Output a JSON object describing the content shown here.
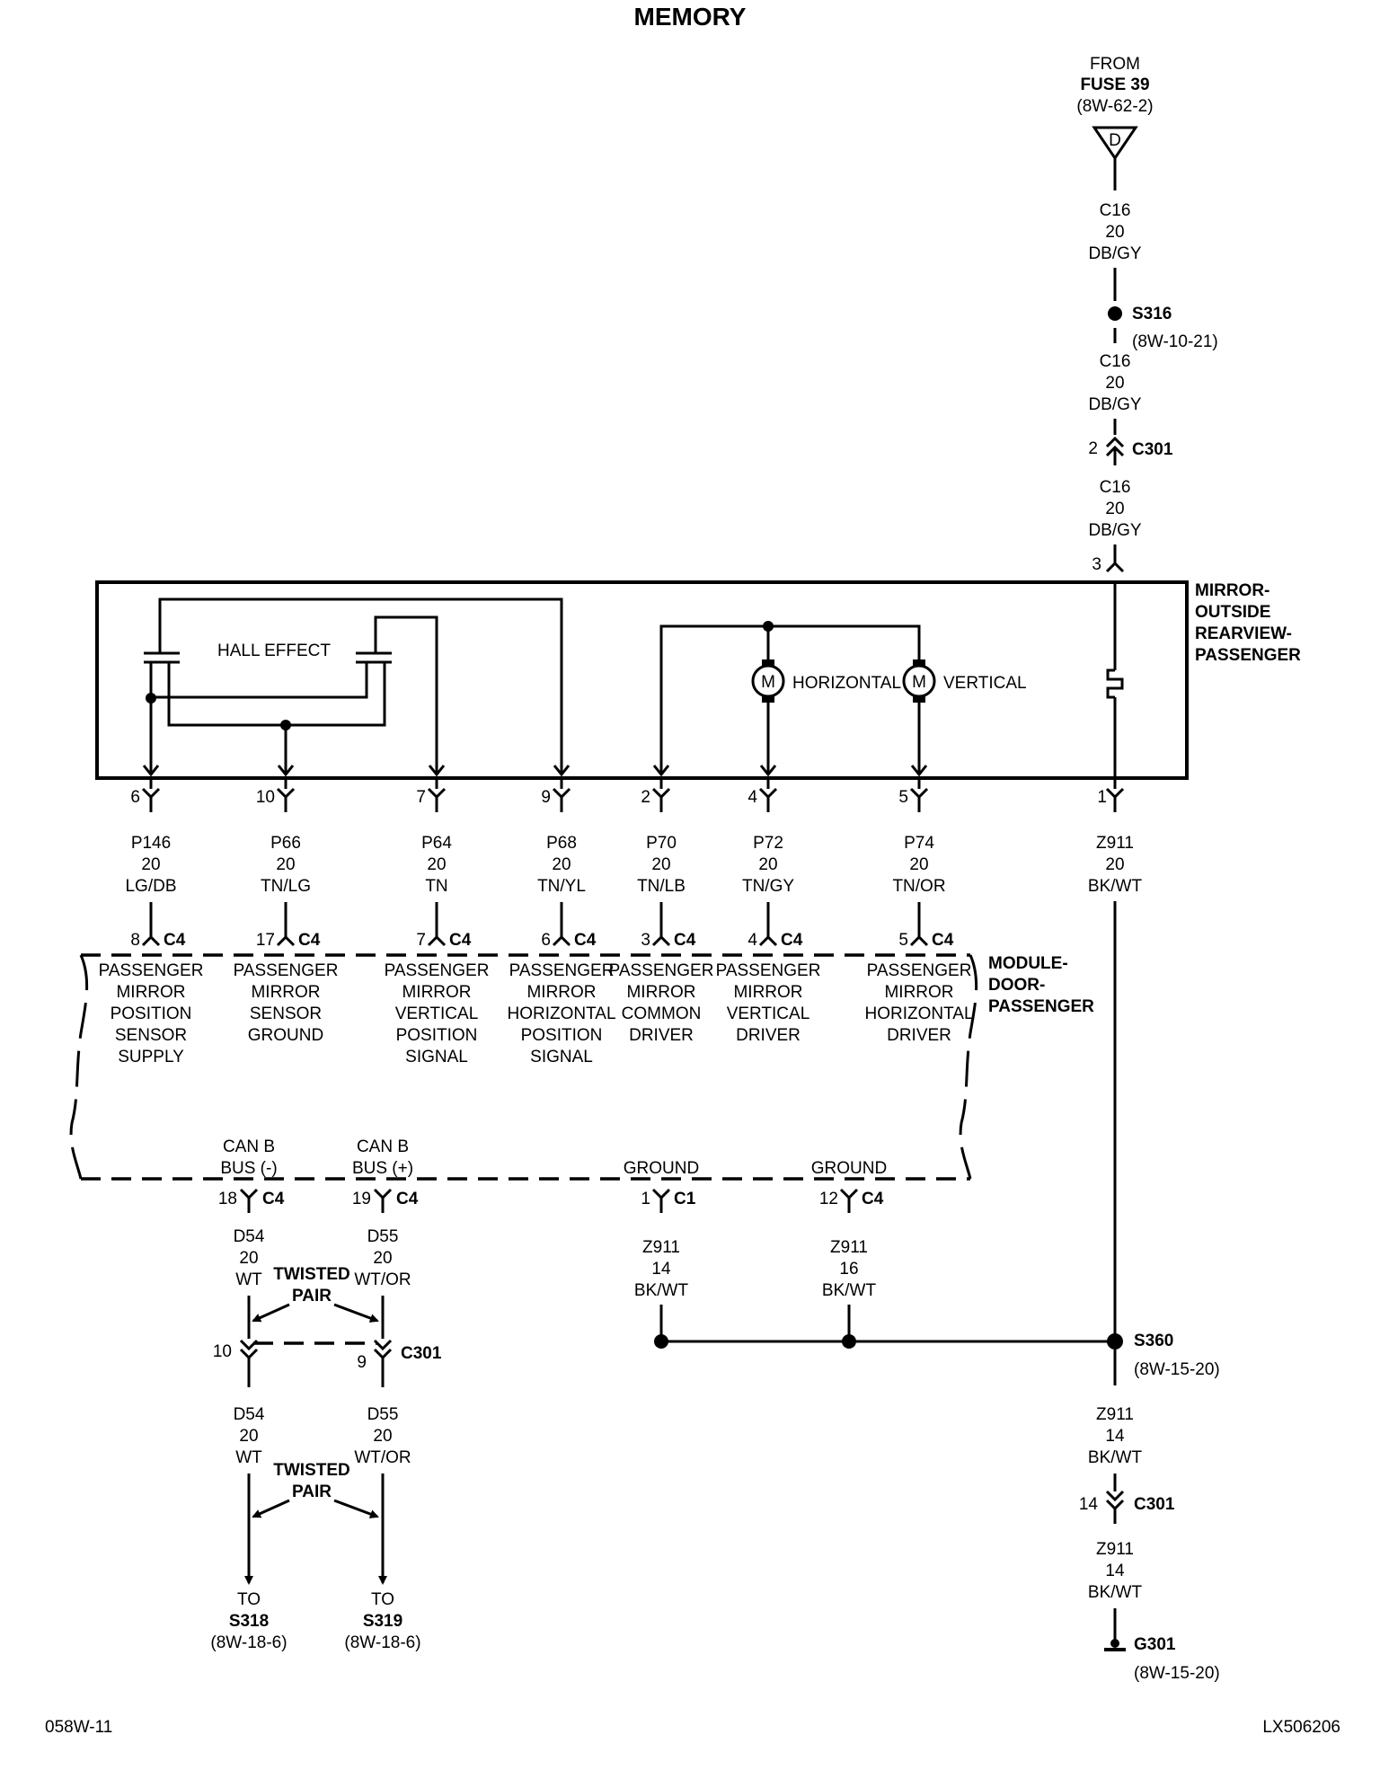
{
  "title": "MEMORY",
  "footer": {
    "left": "058W-11",
    "right": "LX506206"
  },
  "source": {
    "from": "FROM",
    "fuse": "FUSE 39",
    "ref": "(8W-62-2)",
    "symbol": "D"
  },
  "top_wire": {
    "seg1": {
      "circuit": "C16",
      "gauge": "20",
      "color": "DB/GY"
    },
    "splice": {
      "id": "S316",
      "ref": "(8W-10-21)"
    },
    "seg2": {
      "circuit": "C16",
      "gauge": "20",
      "color": "DB/GY"
    },
    "conn": {
      "pin": "2",
      "id": "C301"
    },
    "seg3": {
      "circuit": "C16",
      "gauge": "20",
      "color": "DB/GY"
    },
    "mirror_pin": "3"
  },
  "mirror": {
    "lines": [
      "MIRROR-",
      "OUTSIDE",
      "REARVIEW-",
      "PASSENGER"
    ],
    "hall_effect": "HALL EFFECT",
    "motor_symbol": "M",
    "horizontal": "HORIZONTAL",
    "vertical": "VERTICAL"
  },
  "wires": [
    {
      "mpin": "6",
      "circuit": "P146",
      "gauge": "20",
      "color": "LG/DB",
      "cpin": "8",
      "conn": "C4",
      "label": [
        "PASSENGER",
        "MIRROR",
        "POSITION",
        "SENSOR",
        "SUPPLY"
      ]
    },
    {
      "mpin": "10",
      "circuit": "P66",
      "gauge": "20",
      "color": "TN/LG",
      "cpin": "17",
      "conn": "C4",
      "label": [
        "PASSENGER",
        "MIRROR",
        "SENSOR",
        "GROUND"
      ]
    },
    {
      "mpin": "7",
      "circuit": "P64",
      "gauge": "20",
      "color": "TN",
      "cpin": "7",
      "conn": "C4",
      "label": [
        "PASSENGER",
        "MIRROR",
        "VERTICAL",
        "POSITION",
        "SIGNAL"
      ]
    },
    {
      "mpin": "9",
      "circuit": "P68",
      "gauge": "20",
      "color": "TN/YL",
      "cpin": "6",
      "conn": "C4",
      "label": [
        "PASSENGER",
        "MIRROR",
        "HORIZONTAL",
        "POSITION",
        "SIGNAL"
      ]
    },
    {
      "mpin": "2",
      "circuit": "P70",
      "gauge": "20",
      "color": "TN/LB",
      "cpin": "3",
      "conn": "C4",
      "label": [
        "PASSENGER",
        "MIRROR",
        "COMMON",
        "DRIVER"
      ]
    },
    {
      "mpin": "4",
      "circuit": "P72",
      "gauge": "20",
      "color": "TN/GY",
      "cpin": "4",
      "conn": "C4",
      "label": [
        "PASSENGER",
        "MIRROR",
        "VERTICAL",
        "DRIVER"
      ]
    },
    {
      "mpin": "5",
      "circuit": "P74",
      "gauge": "20",
      "color": "TN/OR",
      "cpin": "5",
      "conn": "C4",
      "label": [
        "PASSENGER",
        "MIRROR",
        "HORIZONTAL",
        "DRIVER"
      ]
    }
  ],
  "mirror_ground": {
    "mpin": "1",
    "circuit": "Z911",
    "gauge": "20",
    "color": "BK/WT"
  },
  "module": {
    "lines": [
      "MODULE-",
      "DOOR-",
      "PASSENGER"
    ]
  },
  "can": {
    "minus": {
      "label": [
        "CAN B",
        "BUS (-)"
      ],
      "pin": "18",
      "conn": "C4",
      "seg1": {
        "circuit": "D54",
        "gauge": "20",
        "color": "WT"
      },
      "c301_pin": "10",
      "seg2": {
        "circuit": "D54",
        "gauge": "20",
        "color": "WT"
      },
      "to": "TO",
      "dest": "S318",
      "ref": "(8W-18-6)"
    },
    "plus": {
      "label": [
        "CAN B",
        "BUS (+)"
      ],
      "pin": "19",
      "conn": "C4",
      "seg1": {
        "circuit": "D55",
        "gauge": "20",
        "color": "WT/OR"
      },
      "c301_pin": "9",
      "c301": "C301",
      "seg2": {
        "circuit": "D55",
        "gauge": "20",
        "color": "WT/OR"
      },
      "to": "TO",
      "dest": "S319",
      "ref": "(8W-18-6)"
    },
    "twisted": [
      "TWISTED",
      "PAIR"
    ]
  },
  "grounds": [
    {
      "label": "GROUND",
      "pin": "1",
      "conn": "C1",
      "circuit": "Z911",
      "gauge": "14",
      "color": "BK/WT"
    },
    {
      "label": "GROUND",
      "pin": "12",
      "conn": "C4",
      "circuit": "Z911",
      "gauge": "16",
      "color": "BK/WT"
    }
  ],
  "s360": {
    "id": "S360",
    "ref": "(8W-15-20)"
  },
  "bottom_right": {
    "seg1": {
      "circuit": "Z911",
      "gauge": "14",
      "color": "BK/WT"
    },
    "conn": {
      "pin": "14",
      "id": "C301"
    },
    "seg2": {
      "circuit": "Z911",
      "gauge": "14",
      "color": "BK/WT"
    },
    "ground": {
      "id": "G301",
      "ref": "(8W-15-20)"
    }
  }
}
